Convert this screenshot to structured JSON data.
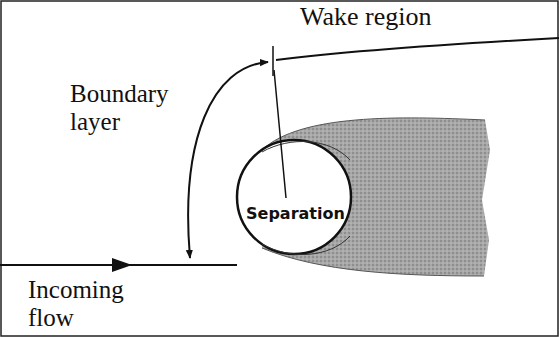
{
  "diagram": {
    "labels": [
      "Wake region",
      "Boundary layer",
      "Separation",
      "Incoming flow"
    ]
  }
}
